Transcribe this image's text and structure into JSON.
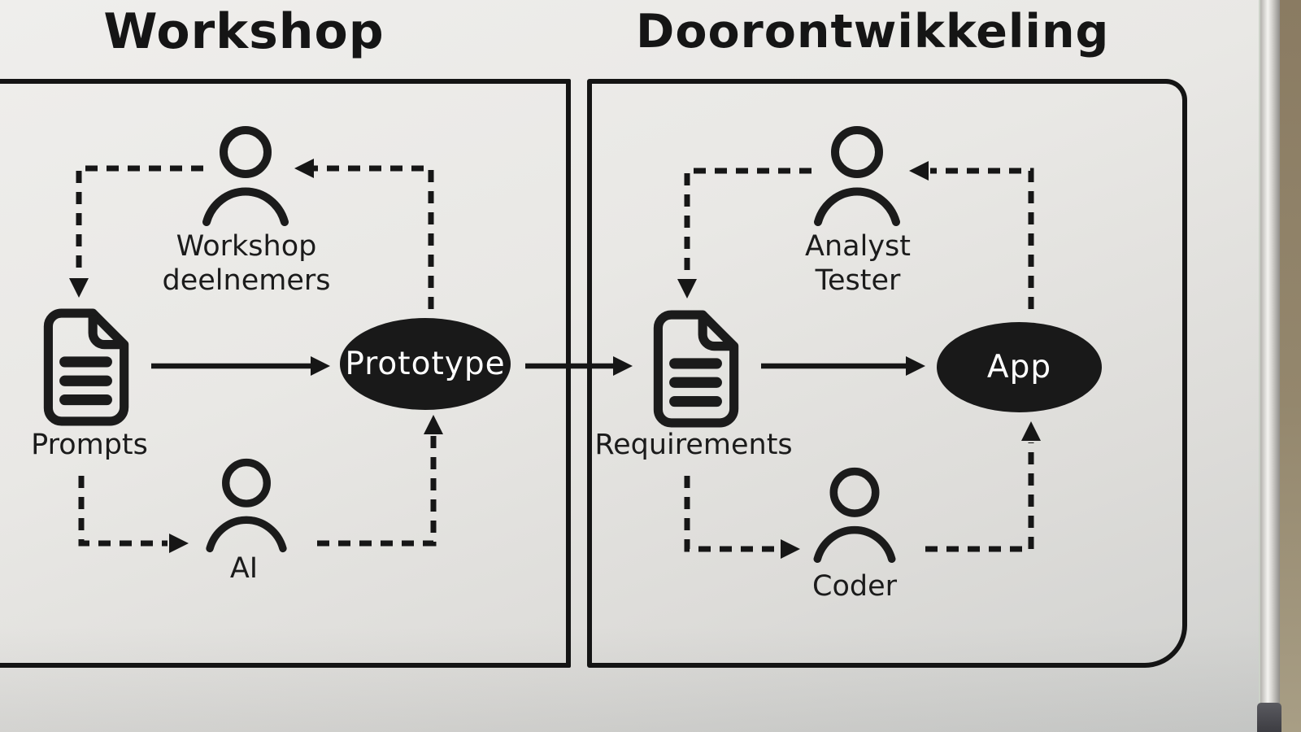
{
  "scene": "whiteboard marker diagram, two process loops",
  "colors": {
    "ink": "#1b1b1b",
    "node_fill": "#191919",
    "node_text": "#ffffff",
    "board": "#e9e8e5",
    "wall": "#94876d",
    "frame": "#d8d6d2"
  },
  "panels": {
    "workshop": {
      "title": "Workshop",
      "actor_top_line1": "Workshop",
      "actor_top_line2": "deelnemers",
      "document_label": "Prompts",
      "actor_bottom": "AI",
      "output_label": "Prototype"
    },
    "doorontwikkeling": {
      "title": "Doorontwikkeling",
      "actor_top_line1": "Analyst",
      "actor_top_line2": "Tester",
      "document_label": "Requirements",
      "actor_bottom": "Coder",
      "output_label": "App"
    }
  },
  "edges": [
    {
      "from": "Workshop deelnemers",
      "to": "Prompts",
      "style": "dashed"
    },
    {
      "from": "Prompts",
      "to": "Prototype",
      "style": "solid"
    },
    {
      "from": "Prompts",
      "to": "AI",
      "style": "dashed"
    },
    {
      "from": "AI",
      "to": "Prototype",
      "style": "dashed"
    },
    {
      "from": "Prototype",
      "to": "Workshop deelnemers",
      "style": "dashed"
    },
    {
      "from": "Prototype",
      "to": "Requirements",
      "style": "solid"
    },
    {
      "from": "Analyst Tester",
      "to": "Requirements",
      "style": "dashed"
    },
    {
      "from": "Requirements",
      "to": "App",
      "style": "solid"
    },
    {
      "from": "Requirements",
      "to": "Coder",
      "style": "dashed"
    },
    {
      "from": "Coder",
      "to": "App",
      "style": "dashed"
    },
    {
      "from": "App",
      "to": "Analyst Tester",
      "style": "dashed"
    }
  ]
}
